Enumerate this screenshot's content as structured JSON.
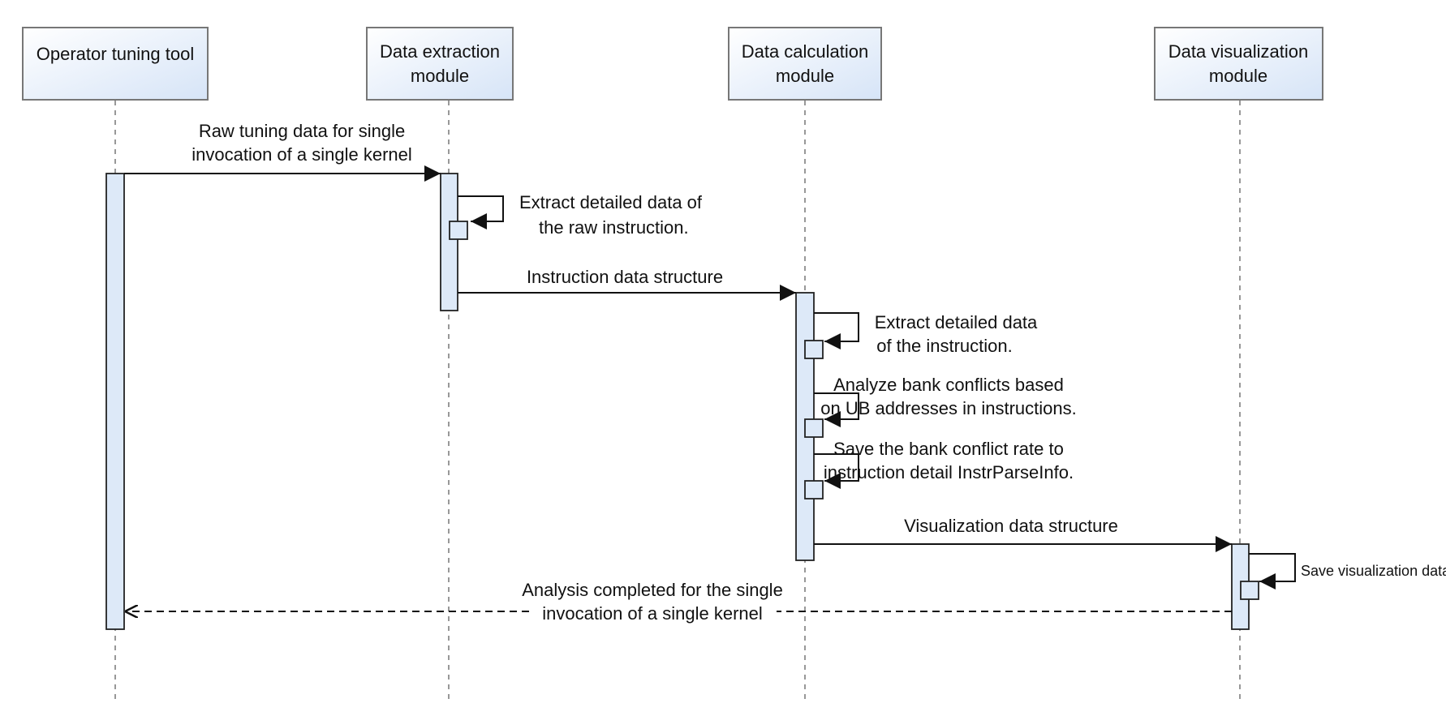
{
  "participants": [
    {
      "id": "tool",
      "lines": [
        "Operator tuning tool"
      ]
    },
    {
      "id": "extract",
      "lines": [
        "Data extraction",
        "module"
      ]
    },
    {
      "id": "calc",
      "lines": [
        "Data calculation",
        "module"
      ]
    },
    {
      "id": "vis",
      "lines": [
        "Data visualization",
        "module"
      ]
    }
  ],
  "messages": {
    "raw_data": {
      "from": "tool",
      "to": "extract",
      "style": "solid",
      "lines": [
        "Raw tuning data for single",
        "invocation of a single kernel"
      ]
    },
    "instr_struct": {
      "from": "extract",
      "to": "calc",
      "style": "solid",
      "lines": [
        "Instruction data structure"
      ]
    },
    "vis_struct": {
      "from": "calc",
      "to": "vis",
      "style": "solid",
      "lines": [
        "Visualization data structure"
      ]
    },
    "done": {
      "from": "vis",
      "to": "tool",
      "style": "dashed-return",
      "lines": [
        "Analysis completed for the single",
        "invocation of a single kernel"
      ]
    }
  },
  "self_calls": {
    "extract_raw": {
      "on": "extract",
      "lines": [
        "Extract detailed data of",
        "the raw instruction."
      ]
    },
    "extract_instr": {
      "on": "calc",
      "lines": [
        "Extract detailed data",
        "of the instruction."
      ]
    },
    "analyze_conflicts": {
      "on": "calc",
      "lines": [
        "Analyze bank conflicts based",
        "on UB addresses in instructions."
      ]
    },
    "save_rate": {
      "on": "calc",
      "lines": [
        "Save the bank conflict rate to",
        "instruction detail InstrParseInfo."
      ]
    },
    "save_vis": {
      "on": "vis",
      "lines": [
        "Save visualization data."
      ]
    }
  },
  "colors": {
    "box_fill_start": "#ffffff",
    "box_fill_end": "#d6e4f7",
    "activation_fill": "#dde9f8",
    "line": "#111111",
    "lifeline": "#777777"
  }
}
